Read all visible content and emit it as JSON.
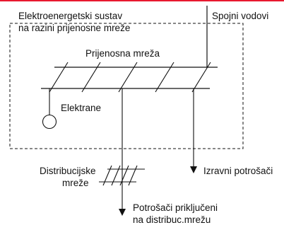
{
  "diagram": {
    "accent_color": "#e8182f",
    "line_color": "#111111",
    "system_title_line1": "Elektroenergetski sustav",
    "system_title_line2": "na razini prijenosne mreže",
    "interconnections_label": "Spojni vodovi",
    "transmission_network_label": "Prijenosna mreža",
    "power_plants_label": "Elektrane",
    "distribution_networks_line1": "Distribucijske",
    "distribution_networks_line2": "mreže",
    "direct_consumers_label": "Izravni potrošači",
    "distribution_consumers_line1": "Potrošači priključeni",
    "distribution_consumers_line2": "na distribuc.mrežu"
  }
}
